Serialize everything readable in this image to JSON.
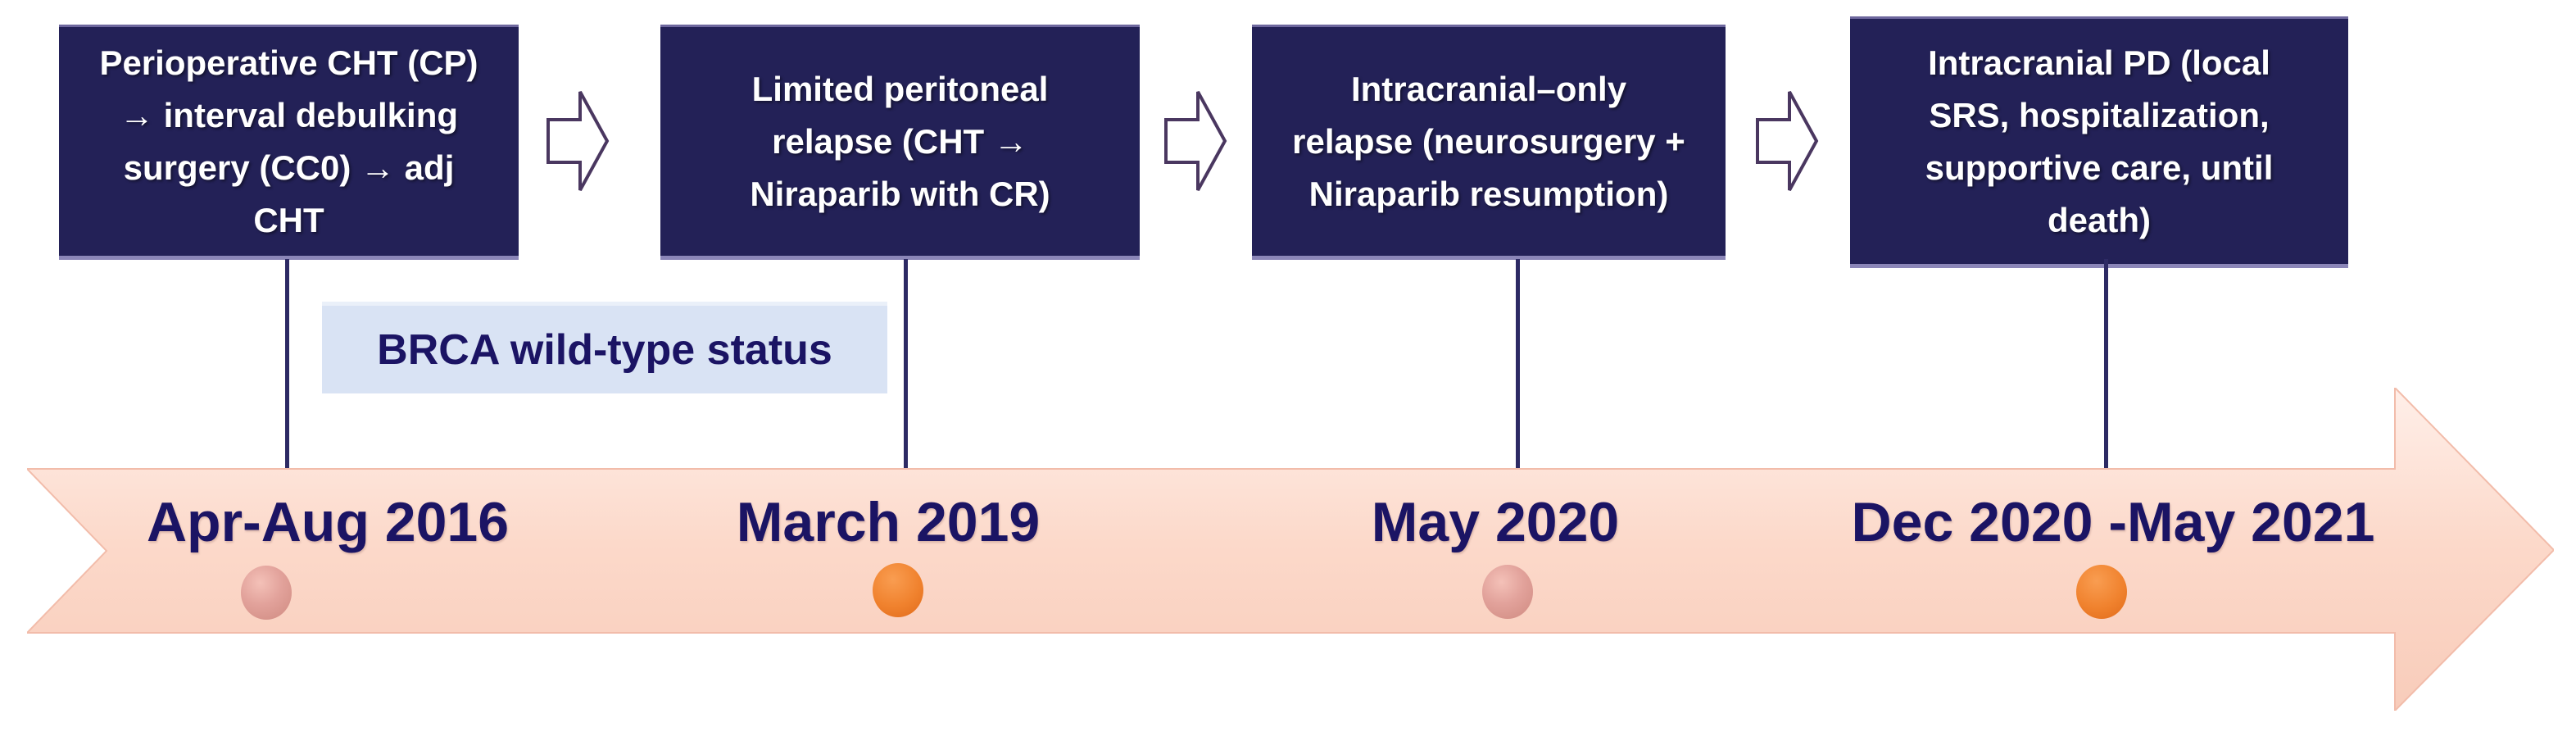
{
  "figure": {
    "type": "patient-treatment-timeline",
    "annotation": {
      "label": "BRCA wild-type status"
    }
  },
  "stages": [
    {
      "lines": [
        "Perioperative CHT (CP)",
        "→ interval debulking",
        "surgery (CC0) → adj",
        "CHT"
      ],
      "date": "Apr-Aug 2016",
      "dot_color_name": "pink"
    },
    {
      "lines": [
        "Limited peritoneal",
        "relapse (CHT →",
        "Niraparib with CR)"
      ],
      "date": "March 2019",
      "dot_color_name": "orange"
    },
    {
      "lines": [
        "Intracranial–only",
        "relapse (neurosurgery +",
        "Niraparib resumption)"
      ],
      "date": "May 2020",
      "dot_color_name": "pink"
    },
    {
      "lines": [
        "Intracranial PD (local",
        "SRS, hospitalization,",
        "supportive care, until",
        "death)"
      ],
      "date": "Dec 2020 -May 2021",
      "dot_color_name": "orange"
    }
  ],
  "colors": {
    "box_bg": "#232157",
    "box_text": "#ffffff",
    "connector": "#2d2a64",
    "flow_arrow_fill": "#ffffff",
    "flow_arrow_outline": "#4a3760",
    "brca_bg": "#d9e3f4",
    "brca_text": "#1b1464",
    "date_text": "#1b1464",
    "timeline_top": "#ffefe9",
    "timeline_mid": "#fcd9ca",
    "timeline_bottom": "#f8ccba",
    "dot_pink": "#e2a29b",
    "dot_orange": "#f0822e"
  }
}
